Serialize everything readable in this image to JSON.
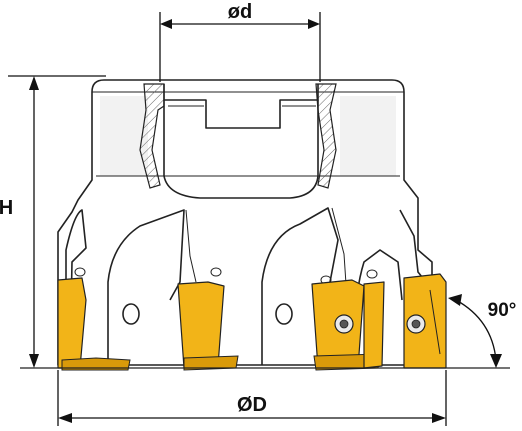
{
  "dimensions": {
    "shank_diameter": "ød",
    "height": "H",
    "cutter_diameter": "ØD",
    "entering_angle": "90°"
  },
  "colors": {
    "insert": "#f2b418",
    "line": "#222222",
    "background": "#ffffff"
  }
}
